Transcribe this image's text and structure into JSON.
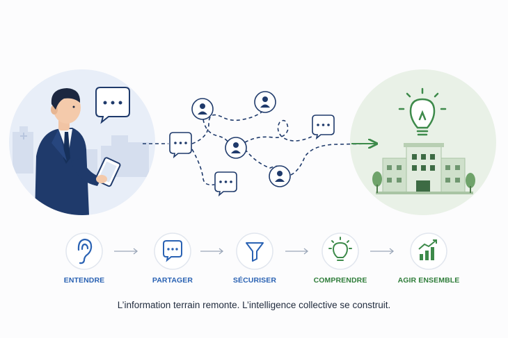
{
  "colors": {
    "navy": "#1f3a6b",
    "blue_label": "#2a62b3",
    "green": "#3d8a4a",
    "green_label": "#2f7d3a",
    "light_blue_circle": "#e8eef8",
    "light_green_circle": "#e9f1e7"
  },
  "steps": [
    {
      "label": "ENTENDRE",
      "icon": "ear-icon",
      "color": "#2a62b3"
    },
    {
      "label": "PARTAGER",
      "icon": "chat-bubble-icon",
      "color": "#2a62b3"
    },
    {
      "label": "SÉCURISER",
      "icon": "filter-funnel-icon",
      "color": "#2a62b3"
    },
    {
      "label": "COMPRENDRE",
      "icon": "lightbulb-icon",
      "color": "#2f7d3a"
    },
    {
      "label": "AGIR ENSEMBLE",
      "icon": "growth-chart-icon",
      "color": "#2f7d3a"
    }
  ],
  "caption": "L’information terrain remonte. L’intelligence collective se construit."
}
